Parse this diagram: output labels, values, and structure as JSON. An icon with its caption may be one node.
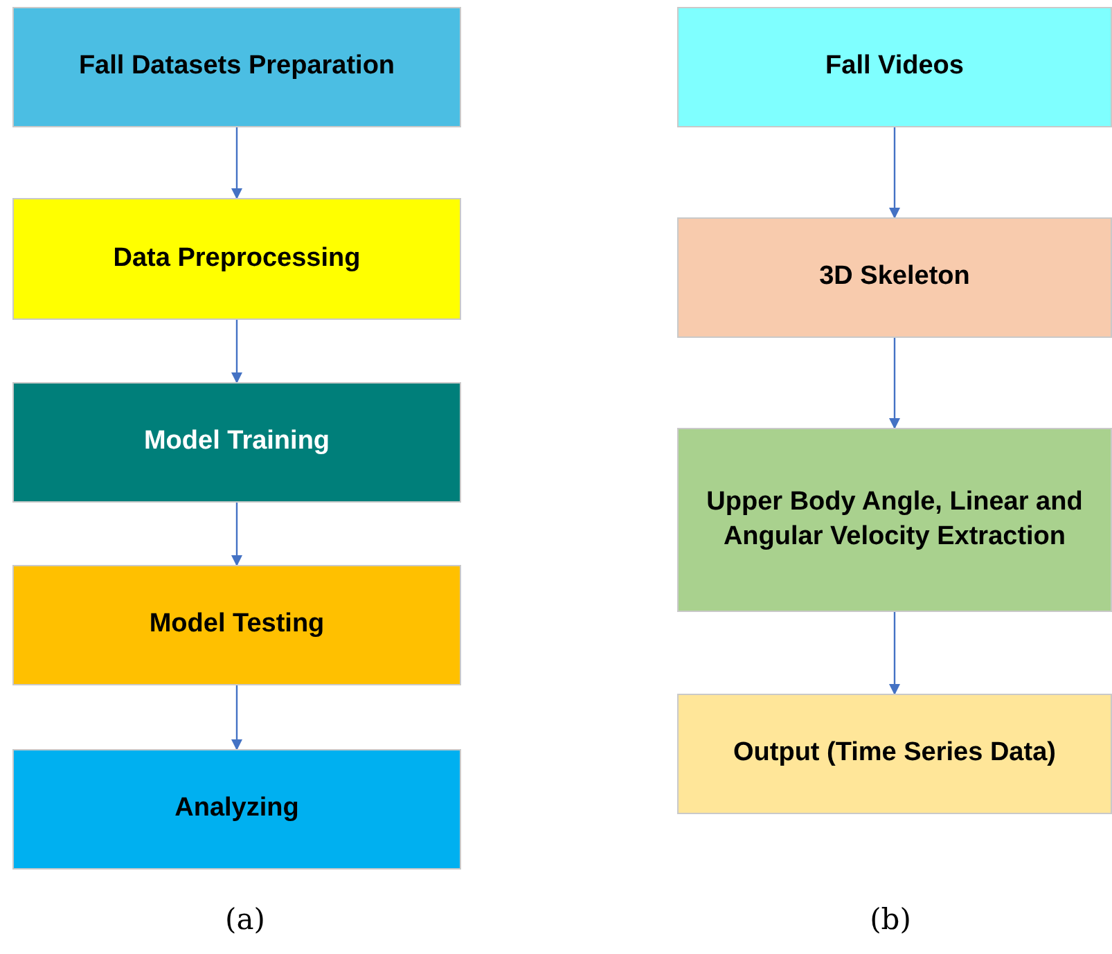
{
  "diagram": {
    "nodes": [
      {
        "text": [
          "Fall Datasets Preparation"
        ]
      },
      {
        "text": [
          "Data Preprocessing"
        ]
      },
      {
        "text": [
          "Model Training"
        ]
      },
      {
        "text": [
          "Model Testing"
        ]
      },
      {
        "text": [
          "Analyzing"
        ]
      },
      {
        "text": [
          "Fall Videos"
        ]
      },
      {
        "text": [
          "3D Skeleton"
        ]
      },
      {
        "text": [
          "Upper Body Angle, Linear and Angular Velocity Extraction"
        ]
      },
      {
        "text": [
          "Output (Time Series Data)"
        ]
      }
    ],
    "edges": [
      {
        "from": 0,
        "to": 1,
        "arrow": "to"
      },
      {
        "from": 1,
        "to": 2,
        "arrow": "to"
      },
      {
        "from": 2,
        "to": 3,
        "arrow": "to"
      },
      {
        "from": 3,
        "to": 4,
        "arrow": "to"
      },
      {
        "from": 5,
        "to": 6,
        "arrow": "to"
      },
      {
        "from": 6,
        "to": 7,
        "arrow": "to"
      },
      {
        "from": 7,
        "to": 8,
        "arrow": "to"
      }
    ],
    "labels": [
      "(a)",
      "(b)"
    ]
  }
}
